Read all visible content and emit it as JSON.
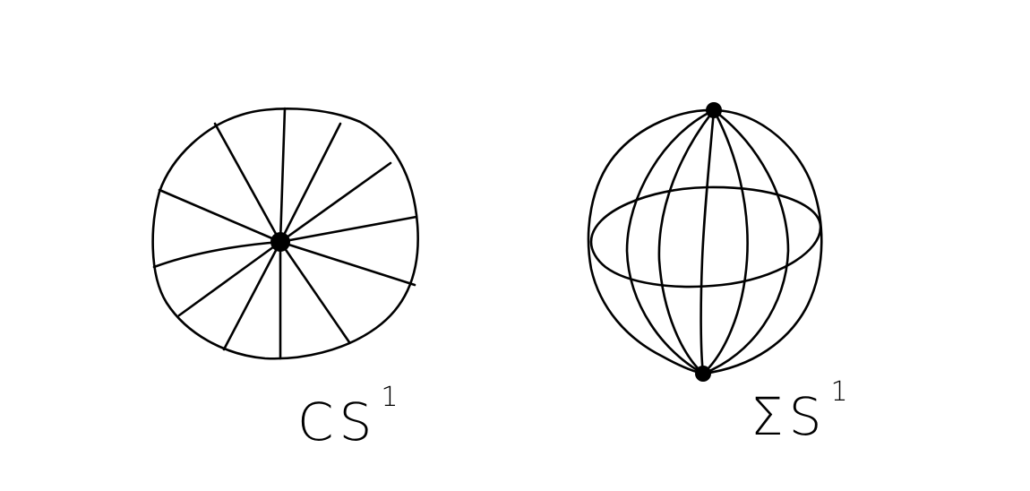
{
  "figures": [
    {
      "id": "cone",
      "label": "CS",
      "superscript": "1"
    },
    {
      "id": "suspension",
      "label": "ΣS",
      "superscript": "1"
    }
  ],
  "colors": {
    "ink": "#000000",
    "background": "#ffffff"
  }
}
